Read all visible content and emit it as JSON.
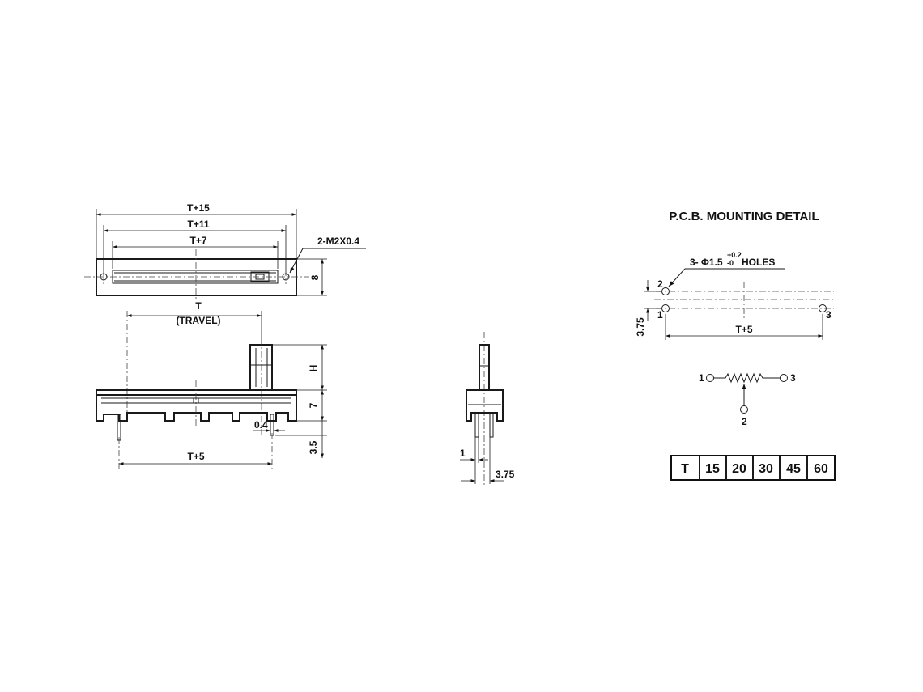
{
  "top_view": {
    "dim_total": "T+15",
    "dim_mid": "T+11",
    "dim_inner": "T+7",
    "screw_callout": "2-M2X0.4",
    "height_dim": "8"
  },
  "front_view": {
    "travel_dim": "T",
    "travel_note": "(TRAVEL)",
    "knob_height": "H",
    "body_height": "7",
    "pin_gap": "0.4",
    "pin_length": "3.5",
    "pin_span": "T+5"
  },
  "side_view": {
    "pin_width": "1",
    "pin_spacing": "3.75"
  },
  "pcb": {
    "title": "P.C.B. MOUNTING DETAIL",
    "holes_prefix": "3- Φ1.5",
    "holes_tol_plus": "+0.2",
    "holes_tol_minus": "-0",
    "holes_suffix": "HOLES",
    "pin1": "1",
    "pin2": "2",
    "pin3": "3",
    "pitch_dim": "3.75",
    "span_dim": "T+5"
  },
  "schematic": {
    "pin1": "1",
    "pin2": "2",
    "pin3": "3"
  },
  "travel_table": {
    "header": "T",
    "values": [
      "15",
      "20",
      "30",
      "45",
      "60"
    ]
  }
}
